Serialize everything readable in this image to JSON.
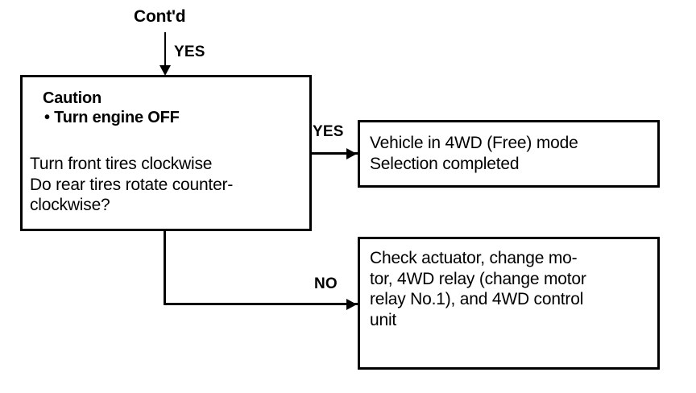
{
  "diagram": {
    "title_note": "Cont'd",
    "nodes": {
      "decision": {
        "caution_heading": "Caution",
        "caution_bullet": "• Turn engine OFF",
        "question": "Turn front tires clockwise\nDo rear tires rotate counter-\nclockwise?"
      },
      "result": {
        "text": "Vehicle in 4WD (Free) mode\nSelection completed"
      },
      "action": {
        "text": "Check actuator, change mo-\ntor, 4WD relay (change motor\nrelay No.1), and 4WD control\nunit"
      }
    },
    "edges": {
      "entry_label": "YES",
      "yes_label": "YES",
      "no_label": "NO"
    },
    "colors": {
      "ink": "#000000",
      "paper": "#ffffff"
    }
  }
}
